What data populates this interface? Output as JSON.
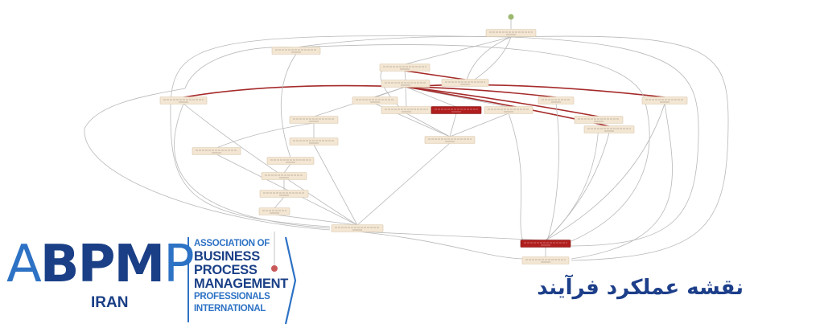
{
  "title": "نقشه عملکرد فرآیند",
  "logo": {
    "letters_thin_1": "A",
    "letters_bold": "BPM",
    "letters_thin_2": "P",
    "country": "IRAN",
    "text_lines": [
      "ASSOCIATION OF",
      "BUSINESS",
      "PROCESS",
      "MANAGEMENT",
      "PROFESSIONALS",
      "INTERNATIONAL"
    ]
  },
  "colors": {
    "node_fill": "#f3e6d2",
    "node_stroke": "#d9c7ad",
    "highlight_fill": "#b01e1e",
    "edge": "#b8b8b8",
    "edge_hot": "#a52a2a",
    "start": "#9bb86e",
    "end": "#c95858",
    "brand_light": "#2d72c4",
    "brand_dark": "#1a3f86"
  }
}
